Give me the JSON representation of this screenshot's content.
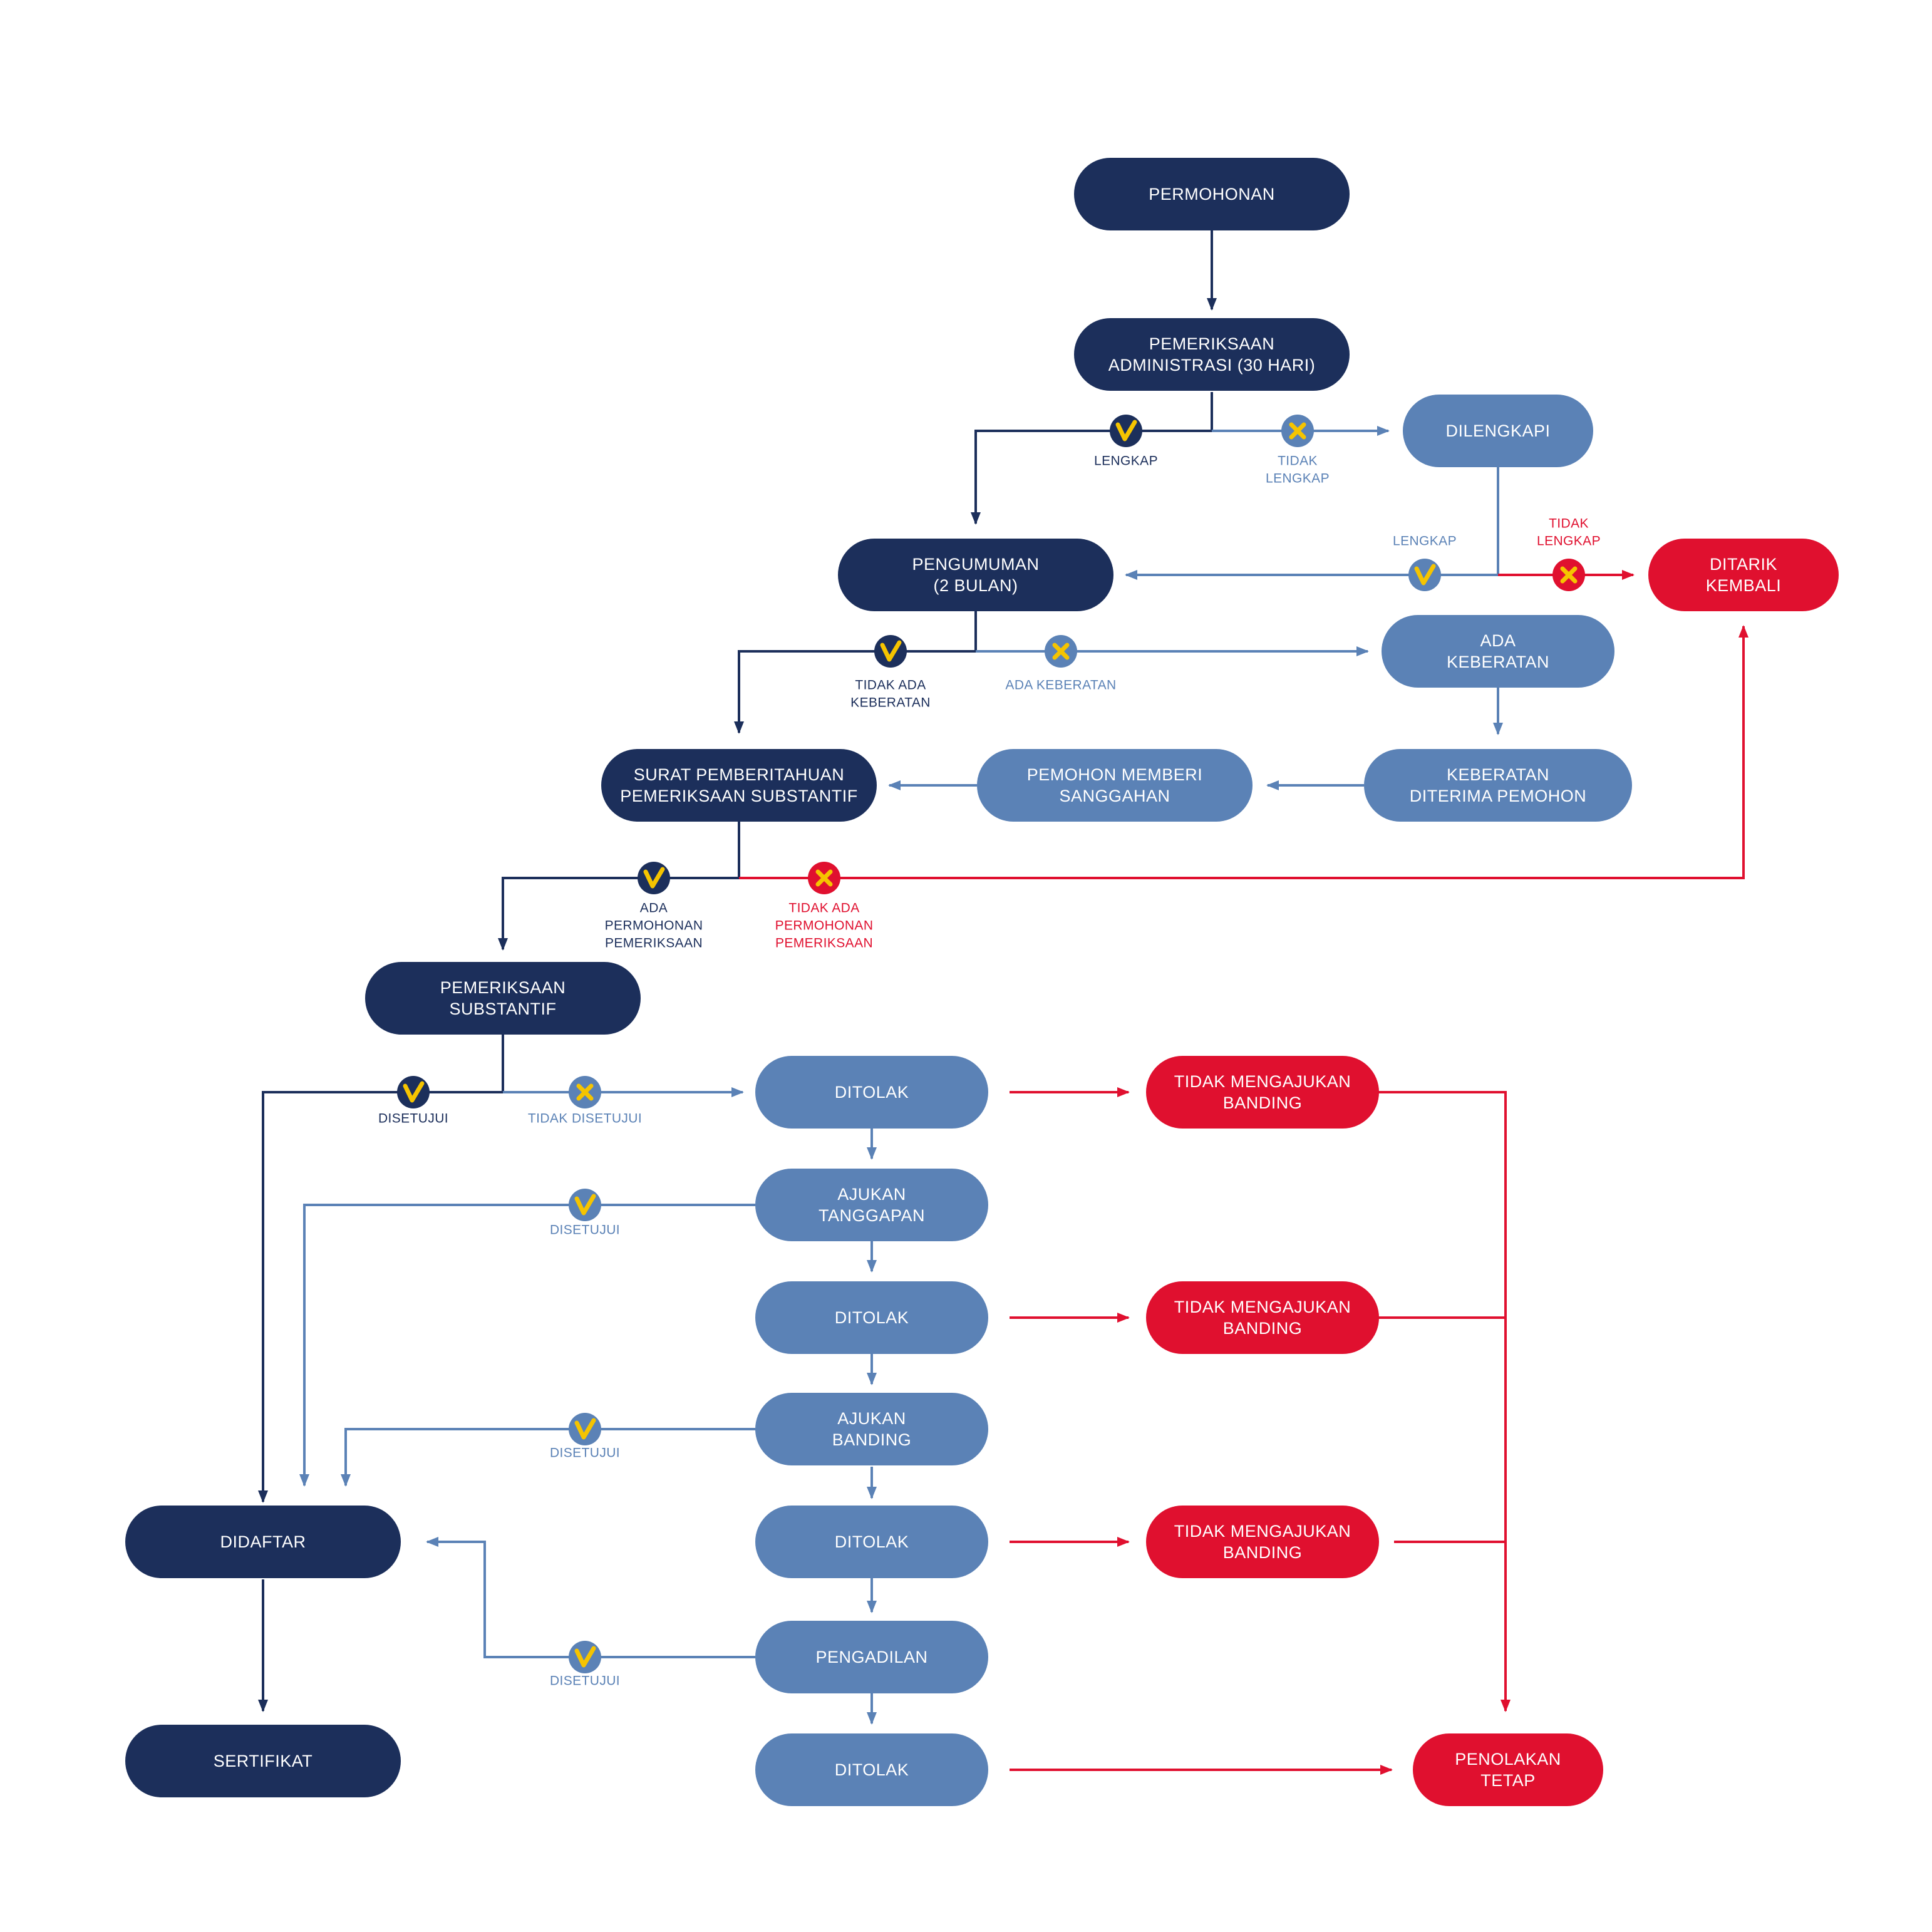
{
  "colors": {
    "dark": "#1c2f5b",
    "light": "#5b82b6",
    "red": "#e0102f",
    "badge_mark": "#f5c400",
    "background": "#ffffff"
  },
  "nodes": {
    "permohonan": [
      "PERMOHONAN"
    ],
    "pemeriksaan_administrasi": [
      "PEMERIKSAAN",
      "ADMINISTRASI (30 HARI)"
    ],
    "dilengkapi": [
      "DILENGKAPI"
    ],
    "pengumuman": [
      "PENGUMUMAN",
      "(2 BULAN)"
    ],
    "ditarik_kembali": [
      "DITARIK",
      "KEMBALI"
    ],
    "ada_keberatan": [
      "ADA",
      "KEBERATAN"
    ],
    "surat_pemberitahuan": [
      "SURAT PEMBERITAHUAN",
      "PEMERIKSAAN SUBSTANTIF"
    ],
    "pemohon_sanggahan": [
      "PEMOHON MEMBERI",
      "SANGGAHAN"
    ],
    "keberatan_diterima": [
      "KEBERATAN",
      "DITERIMA PEMOHON"
    ],
    "pemeriksaan_substantif": [
      "PEMERIKSAAN",
      "SUBSTANTIF"
    ],
    "ditolak_1": [
      "DITOLAK"
    ],
    "tidak_banding_1": [
      "TIDAK MENGAJUKAN",
      "BANDING"
    ],
    "ajukan_tanggapan": [
      "AJUKAN",
      "TANGGAPAN"
    ],
    "ditolak_2": [
      "DITOLAK"
    ],
    "tidak_banding_2": [
      "TIDAK MENGAJUKAN",
      "BANDING"
    ],
    "ajukan_banding": [
      "AJUKAN",
      "BANDING"
    ],
    "didaftar": [
      "DIDAFTAR"
    ],
    "ditolak_3": [
      "DITOLAK"
    ],
    "tidak_banding_3": [
      "TIDAK MENGAJUKAN",
      "BANDING"
    ],
    "pengadilan": [
      "PENGADILAN"
    ],
    "sertifikat": [
      "SERTIFIKAT"
    ],
    "ditolak_4": [
      "DITOLAK"
    ],
    "penolakan_tetap": [
      "PENOLAKAN",
      "TETAP"
    ]
  },
  "labels": {
    "lengkap_1": [
      "LENGKAP"
    ],
    "tidak_lengkap_1": [
      "TIDAK",
      "LENGKAP"
    ],
    "lengkap_2": [
      "LENGKAP"
    ],
    "tidak_lengkap_2": [
      "TIDAK",
      "LENGKAP"
    ],
    "tidak_ada_keberatan": [
      "TIDAK ADA",
      "KEBERATAN"
    ],
    "ada_keberatan": [
      "ADA KEBERATAN"
    ],
    "ada_permohonan": [
      "ADA",
      "PERMOHONAN",
      "PEMERIKSAAN"
    ],
    "tidak_ada_permohonan": [
      "TIDAK ADA",
      "PERMOHONAN",
      "PEMERIKSAAN"
    ],
    "disetujui_1": [
      "DISETUJUI"
    ],
    "tidak_disetujui": [
      "TIDAK DISETUJUI"
    ],
    "disetujui_2": [
      "DISETUJUI"
    ],
    "disetujui_3": [
      "DISETUJUI"
    ],
    "disetujui_4": [
      "DISETUJUI"
    ]
  },
  "badges": {
    "lengkap_1": "check",
    "tidak_lengkap_1": "cross",
    "lengkap_2": "check",
    "tidak_lengkap_2": "cross",
    "tidak_ada_keberatan": "check",
    "ada_keberatan": "cross",
    "ada_permohonan": "check",
    "tidak_ada_permohonan": "cross",
    "disetujui_1": "check",
    "tidak_disetujui": "cross",
    "disetujui_2": "check",
    "disetujui_3": "check",
    "disetujui_4": "check"
  }
}
